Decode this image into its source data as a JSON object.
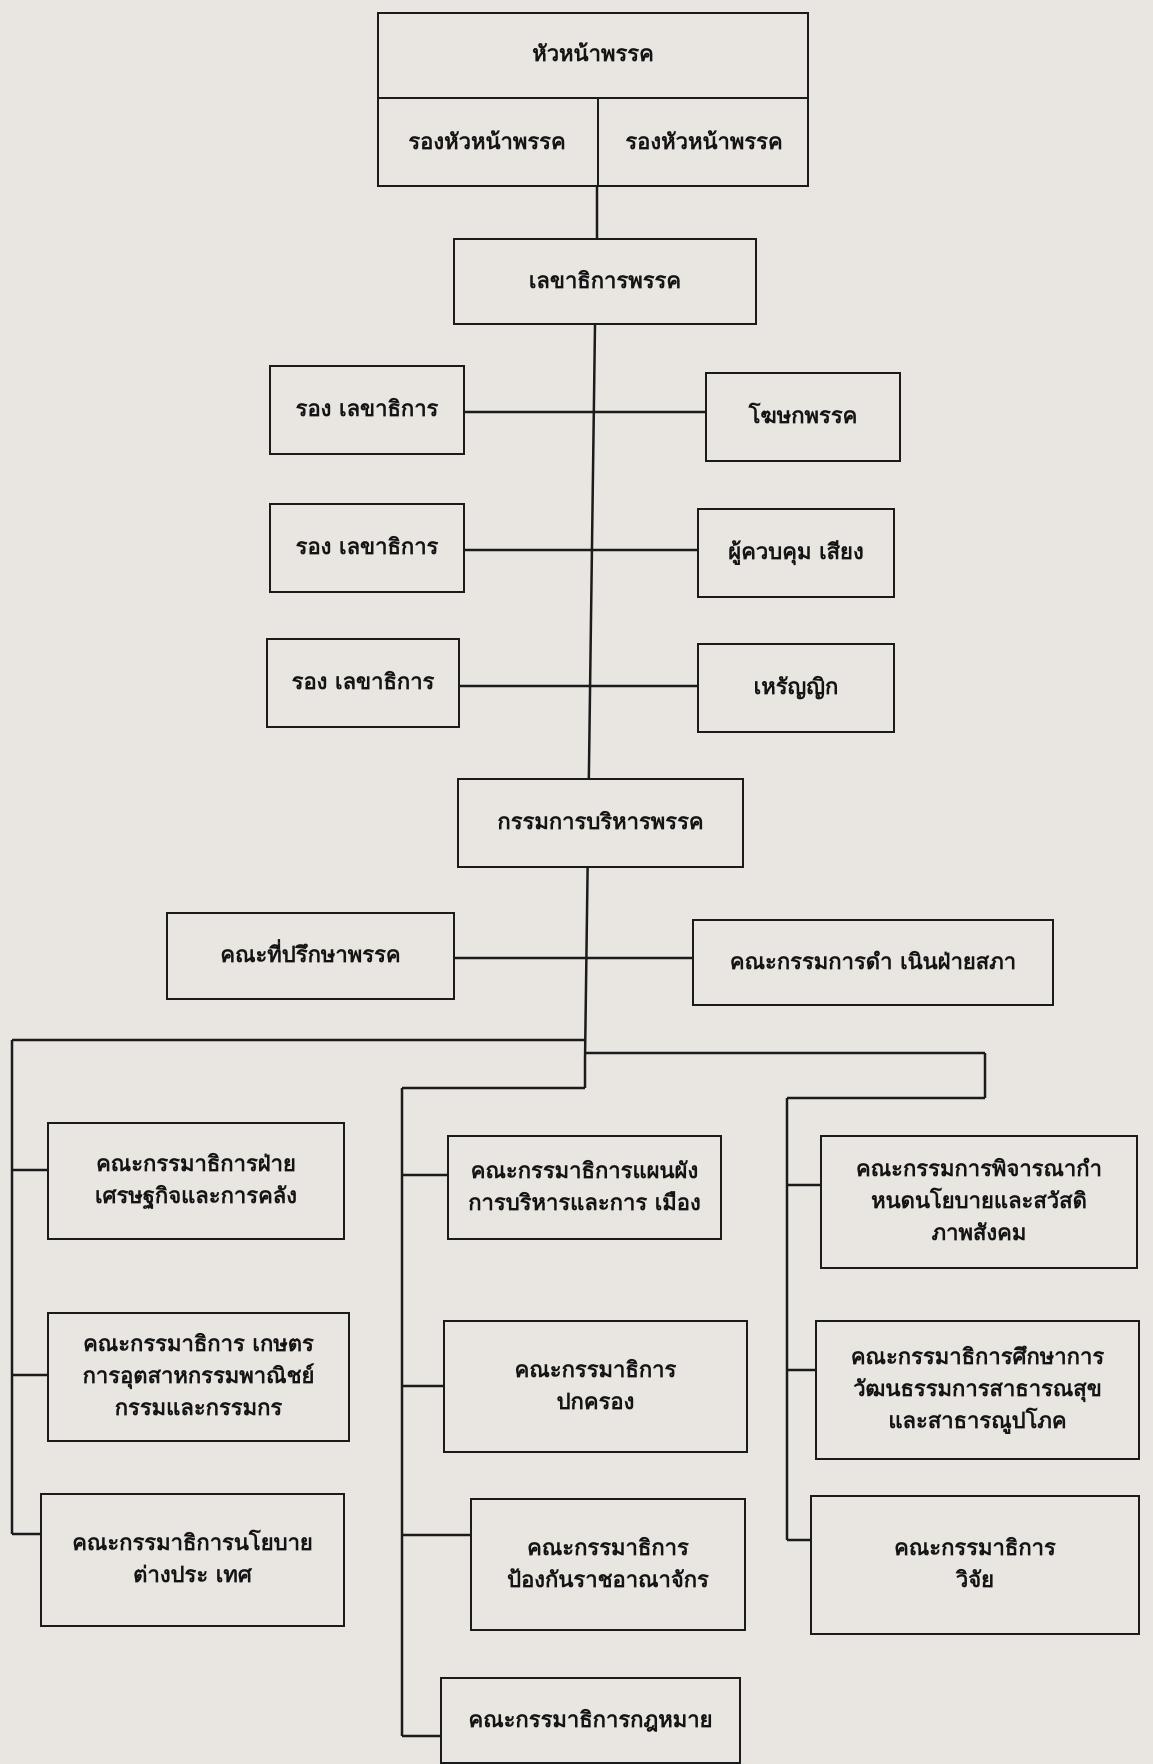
{
  "leadership": {
    "head": "หัวหน้าพรรค",
    "deputy_head_1": "รองหัวหน้าพรรค",
    "deputy_head_2": "รองหัวหน้าพรรค"
  },
  "secretary_general": "เลขาธิการพรรค",
  "deputies": {
    "deputy_secretary_1": "รอง เลขาธิการ",
    "deputy_secretary_2": "รอง เลขาธิการ",
    "deputy_secretary_3": "รอง เลขาธิการ"
  },
  "officers": {
    "spokesperson": "โฆษกพรรค",
    "whip": "ผู้ควบคุม เสียง",
    "treasurer": "เหรัญญิก"
  },
  "executive_committee": "กรรมการบริหารพรรค",
  "advisory_board": "คณะที่ปรึกษาพรรค",
  "parliamentary_committee": "คณะกรรมการดำ เนินฝ่ายสภา",
  "committees": {
    "left": [
      "คณะกรรมาธิการฝ่าย\nเศรษฐกิจและการคลัง",
      "คณะกรรมาธิการ เกษตร\nการอุตสาหกรรมพาณิชย์\nกรรมและกรรมกร",
      "คณะกรรมาธิการนโยบาย\nต่างประ เทศ"
    ],
    "middle": [
      "คณะกรรมาธิการแผนผัง\nการบริหารและการ เมือง",
      "คณะกรรมาธิการ\nปกครอง",
      "คณะกรรมาธิการ\nป้องกันราชอาณาจักร",
      "คณะกรรมาธิการกฎหมาย"
    ],
    "right": [
      "คณะกรรมการพิจารณากำ\nหนดนโยบายและสวัสดิ\nภาพสังคม",
      "คณะกรรมาธิการศึกษาการ\nวัฒนธรรมการสาธารณสุข\nและสาธารณูปโภค",
      "คณะกรรมาธิการ\nวิจัย"
    ]
  }
}
